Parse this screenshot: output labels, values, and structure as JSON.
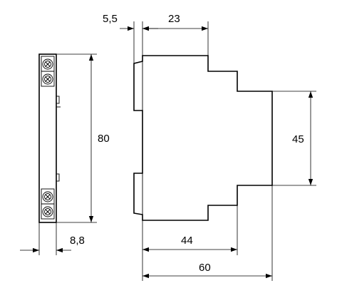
{
  "dimensions": {
    "front_width": "5,5",
    "top_width": "23",
    "height": "80",
    "body_height": "45",
    "front_depth": "8,8",
    "mid_depth": "44",
    "total_depth": "60"
  }
}
